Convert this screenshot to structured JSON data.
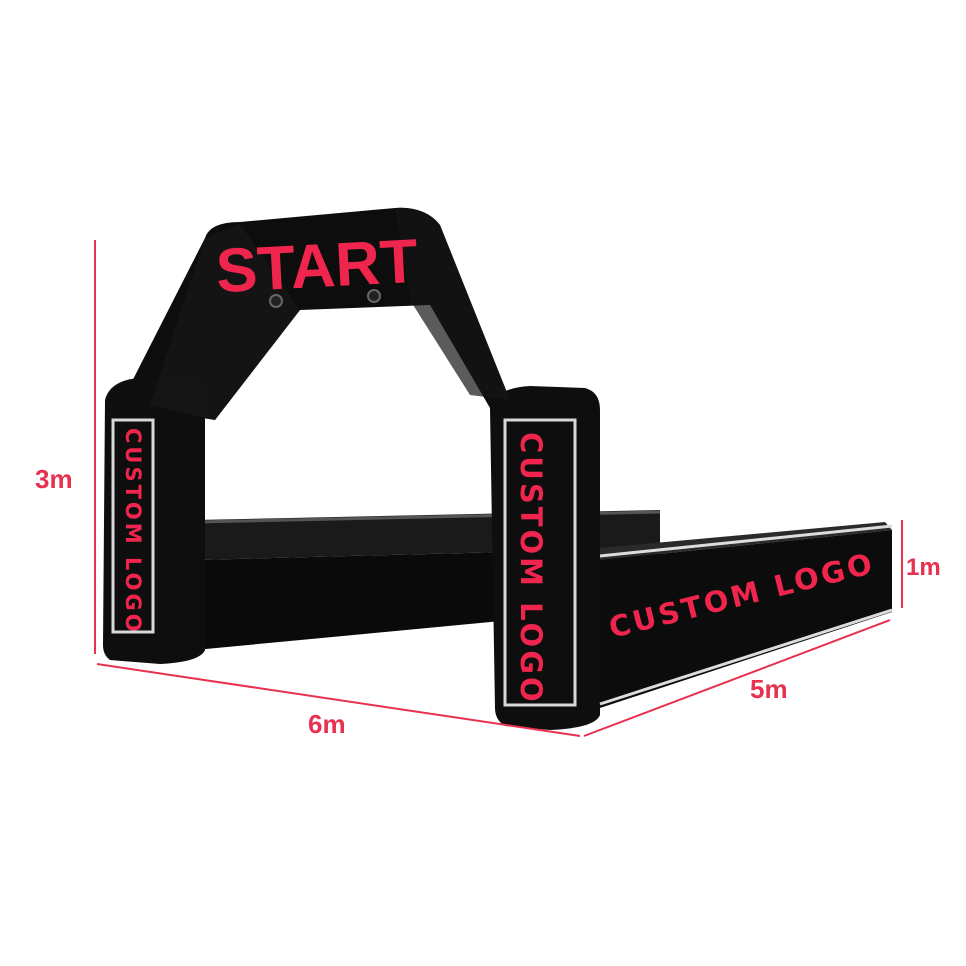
{
  "arch": {
    "title": "START",
    "left_leg_logo": "CUSTOM LOGO",
    "right_leg_logo": "CUSTOM LOGO",
    "wall_logo": "CUSTOM LOGO"
  },
  "dimensions": {
    "height": "3m",
    "width": "6m",
    "depth": "5m",
    "wall_height": "1m"
  },
  "colors": {
    "text_accent": "#f0254d",
    "dimension_lines": "#e8304f",
    "inflatable_body": "#0c0c0c",
    "logo_frame": "#d8d8d8"
  }
}
